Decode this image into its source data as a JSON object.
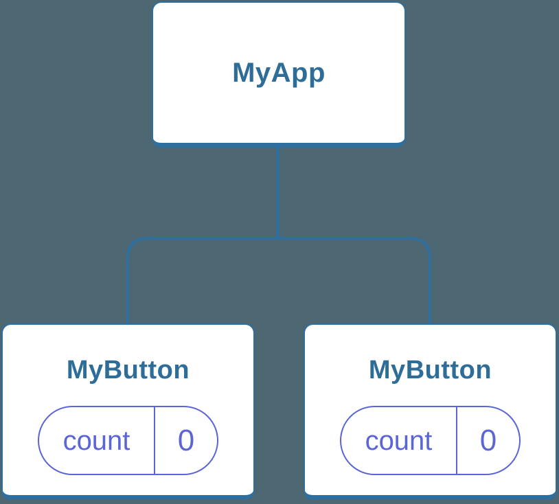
{
  "colors": {
    "background": "#4C6771",
    "card_border": "#2F6F9F",
    "connector": "#2F6F9F",
    "title_text": "#2E6D97",
    "state_pill": "#5B65D6"
  },
  "tree": {
    "root": {
      "label": "MyApp"
    },
    "children": [
      {
        "label": "MyButton",
        "state": {
          "name": "count",
          "value": "0"
        }
      },
      {
        "label": "MyButton",
        "state": {
          "name": "count",
          "value": "0"
        }
      }
    ]
  }
}
